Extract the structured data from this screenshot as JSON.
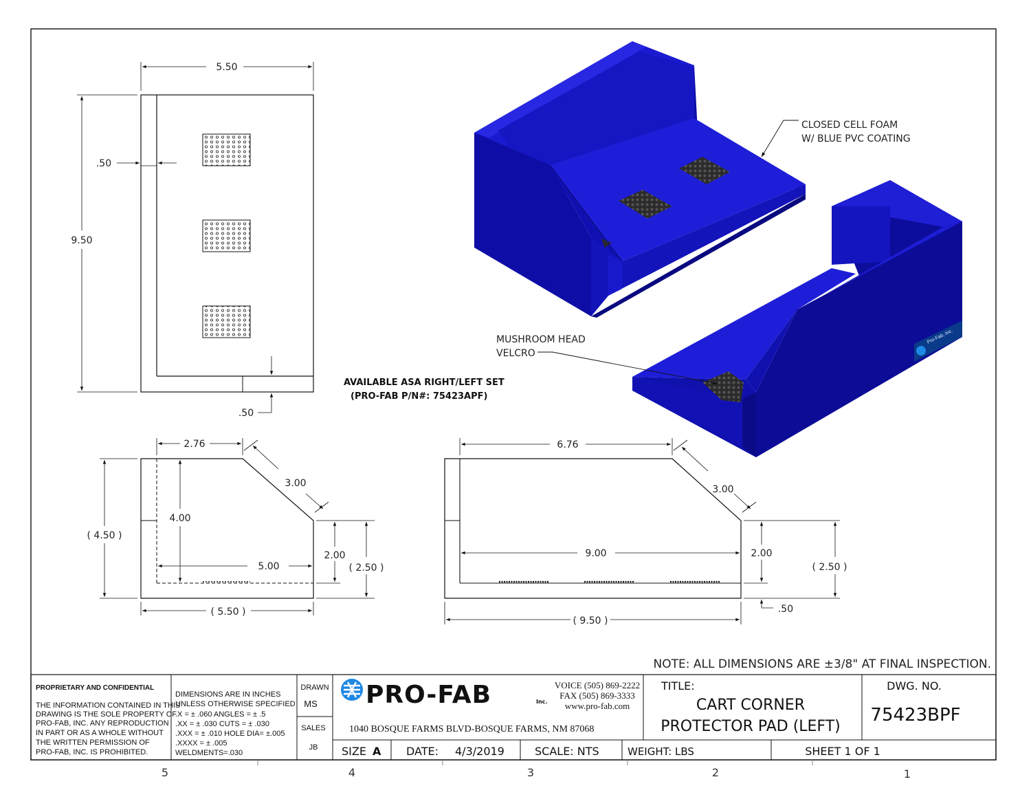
{
  "drawing": {
    "top_view": {
      "width_dim": "5.50",
      "height_dim": "9.50",
      "wall_dim": ".50",
      "base_dim": ".50"
    },
    "end_view": {
      "flat_dim": "2.76",
      "chamfer_dim": "3.00",
      "height_inner_dim": "4.00",
      "height_overall_dim": "( 4.50 )",
      "low_height_dim": "2.00",
      "low_overall_dim": "( 2.50 )",
      "inner_length_dim": "5.00",
      "overall_width_dim": "( 5.50 )"
    },
    "side_view": {
      "flat_dim": "6.76",
      "chamfer_dim": "3.00",
      "inner_length_dim": "9.00",
      "low_height_dim": "2.00",
      "low_overall_dim": "( 2.50 )",
      "base_dim": ".50",
      "overall_length_dim": "( 9.50 )"
    },
    "callouts": {
      "foam_line1": "CLOSED CELL FOAM",
      "foam_line2": "W/ BLUE PVC COATING",
      "velcro_line1": "MUSHROOM HEAD",
      "velcro_line2": "VELCRO",
      "set_line1": "AVAILABLE ASA RIGHT/LEFT SET",
      "set_line2": "(PRO-FAB P/N#: 75423APF)",
      "logo_text": "Pro-Fab, Inc."
    },
    "note": "NOTE: ALL DIMENSIONS ARE  ±3/8\" AT FINAL INSPECTION.",
    "zones": [
      "5",
      "4",
      "3",
      "2",
      "1"
    ]
  },
  "title_block": {
    "proprietary_title": "PROPRIETARY AND CONFIDENTIAL",
    "proprietary_text": [
      "THE INFORMATION CONTAINED IN THIS",
      "DRAWING IS THE SOLE PROPERTY OF",
      "PRO-FAB, INC.  ANY REPRODUCTION",
      "IN PART OR AS A WHOLE WITHOUT",
      "THE WRITTEN PERMISSION OF",
      "PRO-FAB, INC. IS PROHIBITED."
    ],
    "tolerances": [
      "DIMENSIONS ARE IN INCHES",
      "UNLESS OTHERWISE SPECIFIED",
      ".X = ± .060        ANGLES =  ± .5",
      ".XX = ± .030       CUTS =  ± .030",
      ".XXX = ± .010    HOLE DIA= ±.005",
      ".XXXX = ± .005",
      "WELDMENTS=.030"
    ],
    "drawn_label": "DRAWN",
    "drawn_value": "MS",
    "sales_label": "SALES",
    "sales_value": "JB",
    "company": "PRO-FAB",
    "company_suffix": "Inc.",
    "voice": "VOICE (505) 869-2222",
    "fax": "FAX (505) 869-3333",
    "web": "www.pro-fab.com",
    "address": "1040 BOSQUE FARMS BLVD-BOSQUE FARMS, NM 87068",
    "title_label": "TITLE:",
    "title_line1": "CART CORNER",
    "title_line2": "PROTECTOR PAD (LEFT)",
    "dwg_label": "DWG.  NO.",
    "dwg_value": "75423BPF",
    "size_label": "SIZE",
    "size_value": "A",
    "date_label": "DATE:",
    "date_value": "4/3/2019",
    "scale_label": "SCALE: NTS",
    "weight_label": "WEIGHT:  LBS",
    "sheet_label": "SHEET 1 OF 1"
  },
  "colors": {
    "foam_top": "#1f1fd6",
    "foam_front": "#1313b8",
    "foam_side": "#0c0c95",
    "velcro": "#2a2a2a",
    "logo_blue": "#1e88e5"
  }
}
